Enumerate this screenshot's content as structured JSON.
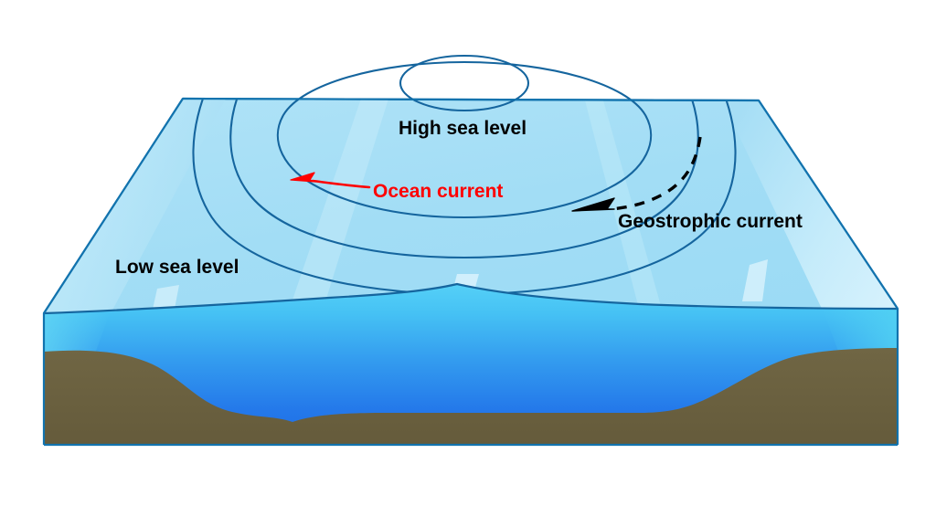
{
  "figure": {
    "title": "Sea surface topography and geostrophic current block diagram",
    "background_color": "#FFFFFF"
  },
  "labels": {
    "high_sea_level": "High sea level",
    "low_sea_level": "Low sea level",
    "ocean_current": "Ocean current",
    "geostrophic_current": "Geostrophic current"
  },
  "colors": {
    "sea_surface_top": "#A6DEF5",
    "sea_surface_top_light": "#C4EAF8",
    "water_top": "#4AC8F5",
    "water_bottom": "#2272E8",
    "seafloor": "#6B6140",
    "contour_stroke": "#15659E",
    "block_edge": "#1273AE",
    "ocean_current_arrow": "#FF0000",
    "geostrophic_arrow": "#000000",
    "side_face_tint": "#56D2F2"
  },
  "elements": {
    "contours": [
      {
        "name": "contour-outer",
        "level": 1
      },
      {
        "name": "contour-third",
        "level": 2
      },
      {
        "name": "contour-second",
        "level": 3
      },
      {
        "name": "contour-inner",
        "level": 4
      }
    ],
    "arrows": [
      {
        "name": "ocean-current-arrow",
        "style": "solid",
        "color": "#FF0000",
        "direction": "left"
      },
      {
        "name": "geostrophic-current-arrow",
        "style": "dashed",
        "color": "#000000",
        "direction": "left"
      }
    ]
  }
}
